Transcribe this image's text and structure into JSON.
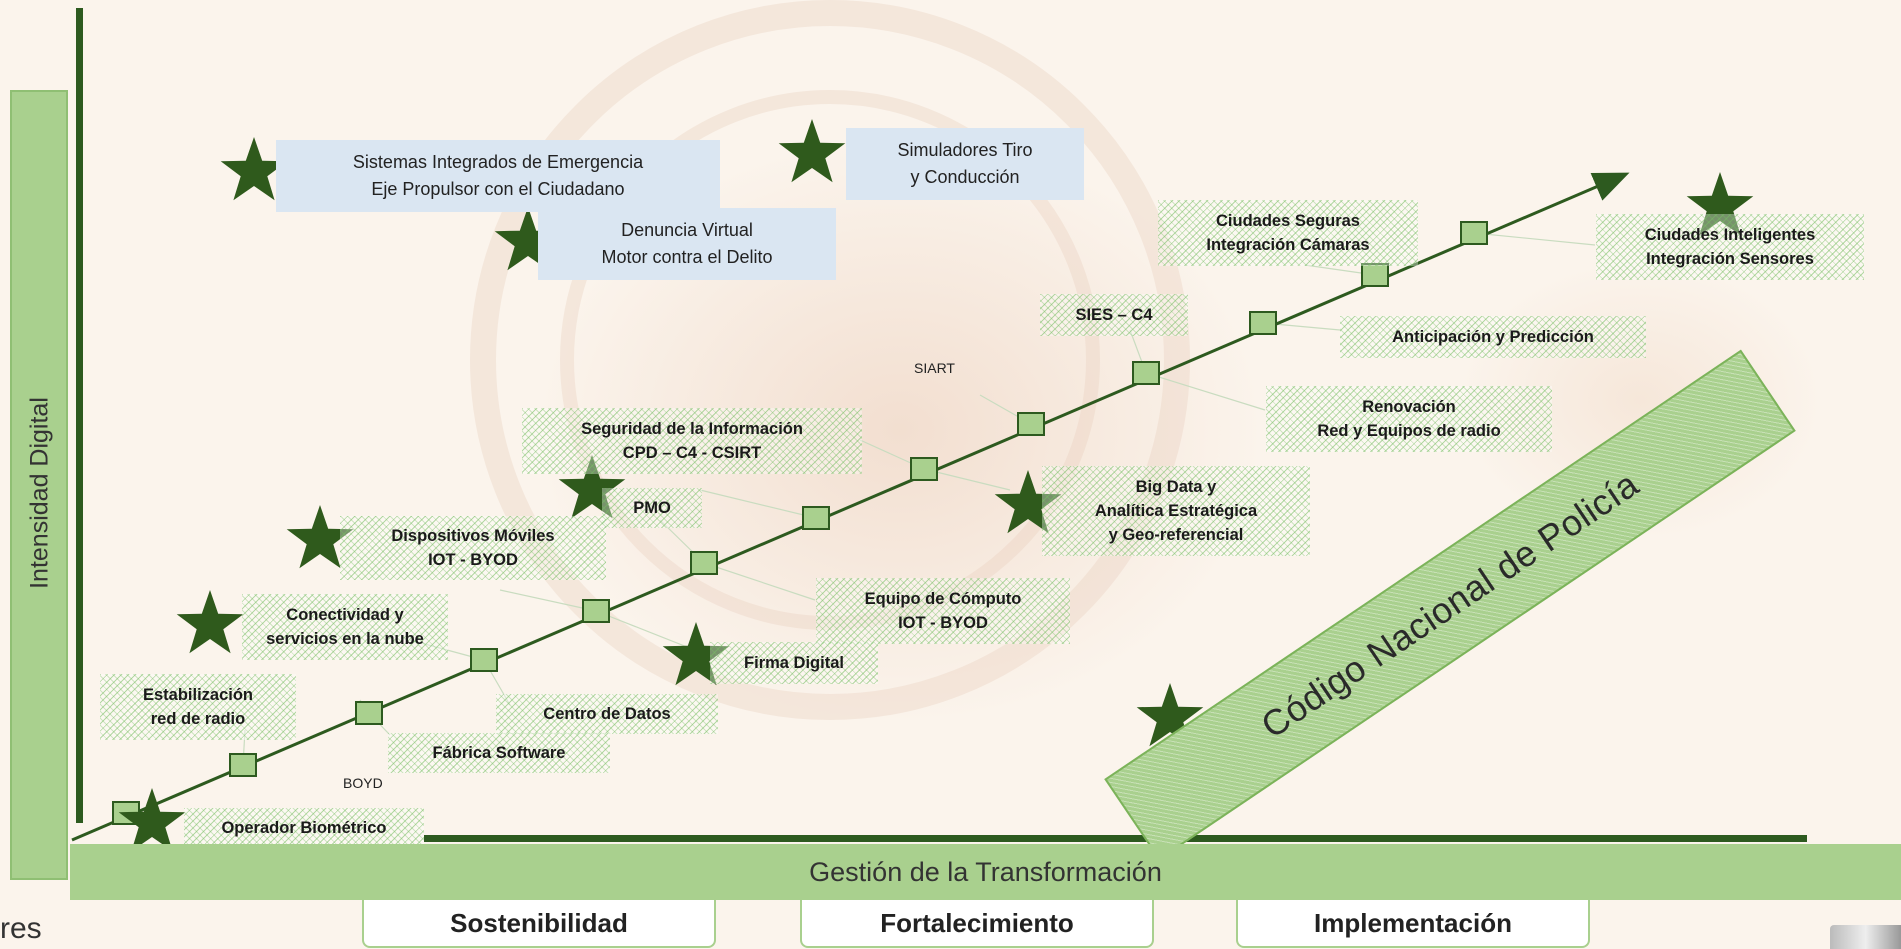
{
  "axes": {
    "vertical_label": "Intensidad Digital",
    "horizontal_label": "Gestión de la Transformación"
  },
  "stages": [
    "Sostenibilidad",
    "Fortalecimiento",
    "Implementación"
  ],
  "left_cut_text": "res",
  "blue_boxes": [
    {
      "text": "Sistemas Integrados de Emergencia\nEje Propulsor con el Ciudadano"
    },
    {
      "text": "Denuncia Virtual\nMotor contra el Delito"
    },
    {
      "text": "Simuladores Tiro\ny Conducción"
    }
  ],
  "green_labels": [
    "Ciudades Seguras\nIntegración Cámaras",
    "Ciudades Inteligentes\nIntegración Sensores",
    "SIES – C4",
    "Anticipación y Predicción",
    "Renovación\nRed y Equipos de radio",
    "Seguridad de la Información\nCPD – C4 - CSIRT",
    "PMO",
    "Big Data y\nAnalítica Estratégica\ny Geo-referencial",
    "Dispositivos Móviles\nIOT - BYOD",
    "Equipo de Cómputo\nIOT - BYOD",
    "Conectividad y\nservicios en la nube",
    "Firma Digital",
    "Estabilización\nred de radio",
    "Centro de Datos",
    "Fábrica Software",
    "Operador Biométrico"
  ],
  "plain_labels": [
    "SIART",
    "BOYD"
  ],
  "banner": "Código Nacional de Policía",
  "colors": {
    "axis_dark_green": "#2d5a1f",
    "bar_light_green": "#a9d08e",
    "star_green": "#2f5a1c",
    "node_fill": "#a9d08e",
    "blue_box": "#dae6f2"
  }
}
